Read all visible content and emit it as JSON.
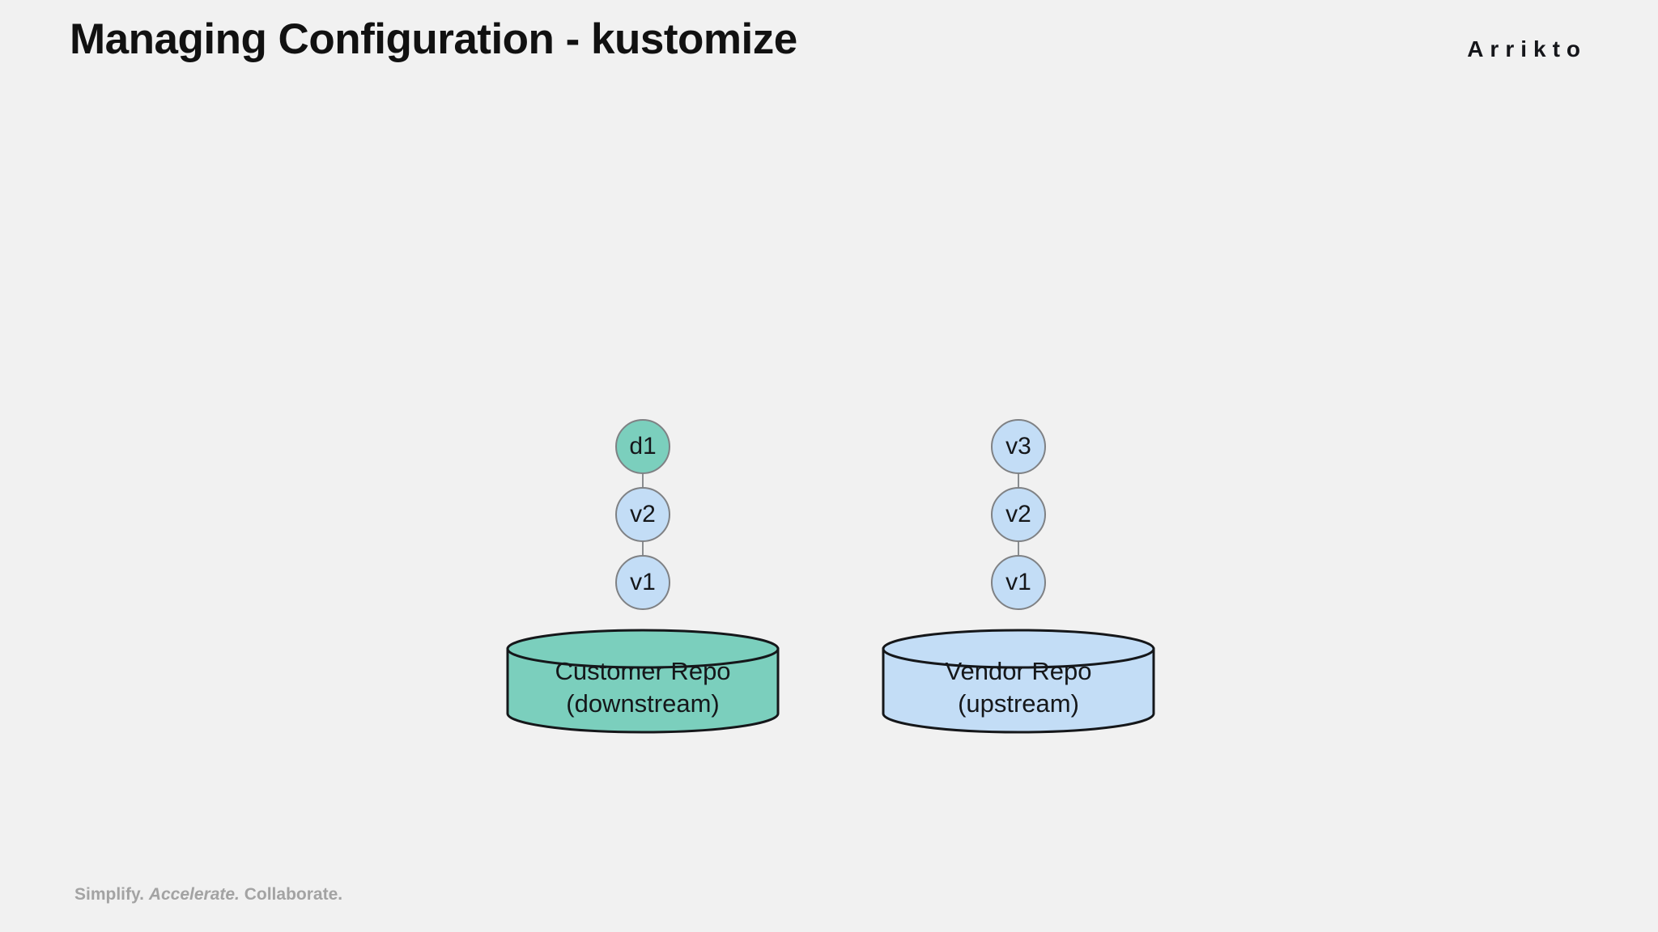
{
  "slide": {
    "title": "Managing Configuration - kustomize",
    "brand": "Arrikto",
    "background_color": "#f1f1f1"
  },
  "footer": {
    "part1": "Simplify.",
    "part2": "Accelerate.",
    "part3": "Collaborate."
  },
  "colors": {
    "green_fill": "#7bcfbd",
    "blue_fill": "#c3ddf6",
    "node_stroke": "#7f8184",
    "cylinder_stroke": "#15171a",
    "link_stroke": "#8a8d90",
    "text": "#15171a",
    "footer_text": "#a3a3a3"
  },
  "diagram": {
    "type": "branch-comparison",
    "columns": [
      {
        "id": "customer",
        "repo": {
          "name": "Customer Repo",
          "qualifier": "(downstream)",
          "fill": "green"
        },
        "commits": [
          {
            "label": "d1",
            "fill": "green",
            "position": "top"
          },
          {
            "label": "v2",
            "fill": "blue",
            "position": "middle"
          },
          {
            "label": "v1",
            "fill": "blue",
            "position": "bottom"
          }
        ]
      },
      {
        "id": "vendor",
        "repo": {
          "name": "Vendor Repo",
          "qualifier": "(upstream)",
          "fill": "blue"
        },
        "commits": [
          {
            "label": "v3",
            "fill": "blue",
            "position": "top"
          },
          {
            "label": "v2",
            "fill": "blue",
            "position": "middle"
          },
          {
            "label": "v1",
            "fill": "blue",
            "position": "bottom"
          }
        ]
      }
    ]
  }
}
